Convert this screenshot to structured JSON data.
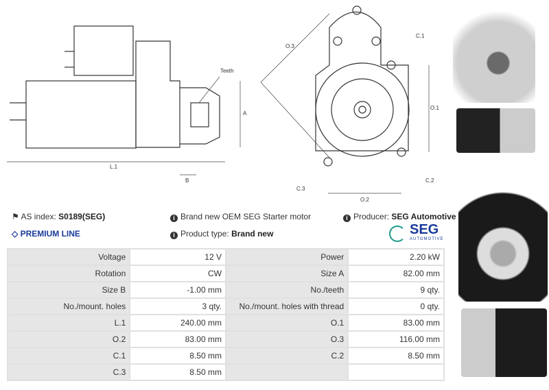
{
  "diagram": {
    "labels": {
      "teeth": "Teeth",
      "a": "A",
      "b": "B",
      "l1": "L.1",
      "o1": "O.1",
      "o2": "O.2",
      "o3": "O.3",
      "c1": "C.1",
      "c2": "C.2",
      "c3": "C.3"
    }
  },
  "info": {
    "as_index_label": "AS index:",
    "as_index_value": "S0189(SEG)",
    "premium": "PREMIUM LINE",
    "description": "Brand new OEM SEG Starter motor",
    "product_type_label": "Product type:",
    "product_type_value": "Brand new",
    "producer_label": "Producer:",
    "producer_value": "SEG Automotive",
    "logo_main": "SEG",
    "logo_sub": "AUTOMOTIVE"
  },
  "specs": [
    [
      "Voltage",
      "12 V",
      "Power",
      "2.20 kW"
    ],
    [
      "Rotation",
      "CW",
      "Size A",
      "82.00 mm"
    ],
    [
      "Size B",
      "-1.00 mm",
      "No./teeth",
      "9 qty."
    ],
    [
      "No./mount. holes",
      "3 qty.",
      "No./mount. holes with thread",
      "0 qty."
    ],
    [
      "L.1",
      "240.00 mm",
      "O.1",
      "83.00 mm"
    ],
    [
      "O.2",
      "83.00 mm",
      "O.3",
      "116.00 mm"
    ],
    [
      "C.1",
      "8.50 mm",
      "C.2",
      "8.50 mm"
    ],
    [
      "C.3",
      "8.50 mm",
      "",
      ""
    ]
  ],
  "colors": {
    "accent": "#1a3a9a",
    "seg_teal": "#1a9a8a"
  }
}
